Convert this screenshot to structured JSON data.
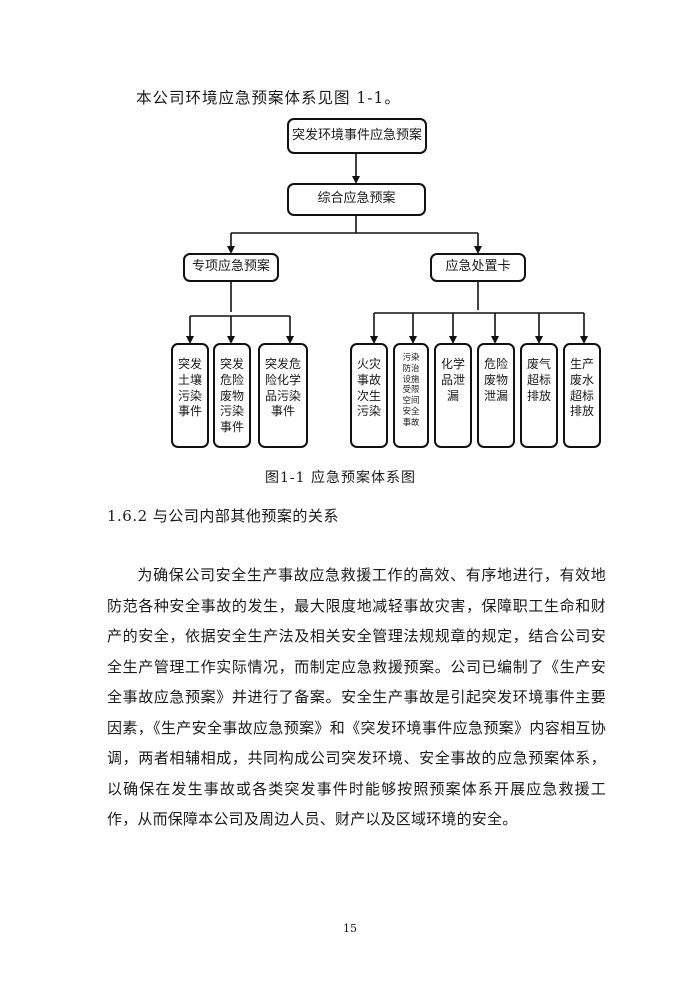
{
  "intro_text": "本公司环境应急预案体系见图 1-1。",
  "diagram": {
    "top": "突发环境事件应急预案",
    "level2": "综合应急预案",
    "branch_left": "专项应急预案",
    "branch_right": "应急处置卡",
    "left_leaves": [
      "突发\n土壤\n污染\n事件",
      "突发\n危险\n废物\n污染\n事件",
      "突发危\n险化学\n品污染\n事件"
    ],
    "right_leaves": [
      "火灾\n事故\n次生\n污染",
      "污染\n防治\n设施\n受限\n空间\n安全\n事故",
      "化学\n品泄\n漏",
      "危险\n废物\n泄漏",
      "废气\n超标\n排放",
      "生产\n废水\n超标\n排放"
    ]
  },
  "caption": "图1-1 应急预案体系图",
  "section_heading": "1.6.2 与公司内部其他预案的关系",
  "paragraph": "为确保公司安全生产事故应急救援工作的高效、有序地进行，有效地防范各种安全事故的发生，最大限度地减轻事故灾害，保障职工生命和财产的安全，依据安全生产法及相关安全管理法规规章的规定，结合公司安全生产管理工作实际情况，而制定应急救援预案。公司已编制了《生产安全事故应急预案》并进行了备案。安全生产事故是引起突发环境事件主要因素，《生产安全事故应急预案》和《突发环境事件应急预案》内容相互协调，两者相辅相成，共同构成公司突发环境、安全事故的应急预案体系，以确保在发生事故或各类突发事件时能够按照预案体系开展应急救援工作，从而保障本公司及周边人员、财产以及区域环境的安全。",
  "page_number": "15"
}
